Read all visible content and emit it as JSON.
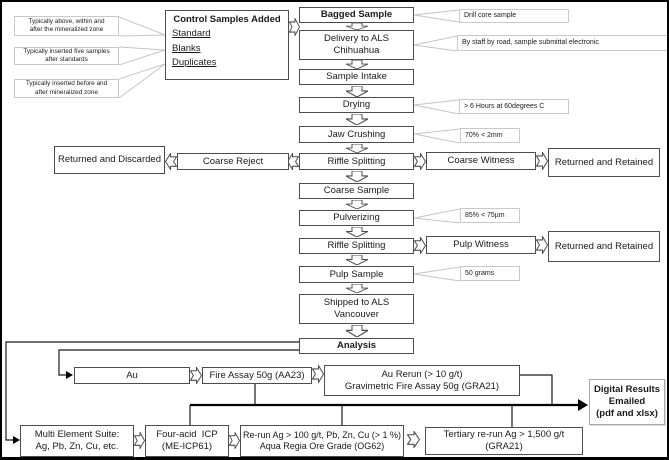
{
  "colors": {
    "box_border": "#4d4d4d",
    "callout_border": "#c9c9c9",
    "text": "#1a1a1a",
    "arrow_fill": "#ffffff",
    "results_arrow": "#000000"
  },
  "left_callouts": [
    {
      "text": "Typically above, within and\nafter the mineralized zone"
    },
    {
      "text": "Typically inserted five samples\nafter standards"
    },
    {
      "text": "Typically inserted before and\nafter mineralized zone"
    }
  ],
  "control_box": {
    "title": "Control Samples Added",
    "items": [
      "Standard",
      "Blanks",
      "Duplicates"
    ]
  },
  "main_flow": {
    "steps": [
      {
        "label": "Bagged Sample"
      },
      {
        "label": "Delivery to ALS\nChihuahua"
      },
      {
        "label": "Sample Intake"
      },
      {
        "label": "Drying"
      },
      {
        "label": "Jaw Crushing"
      },
      {
        "label": "Riffle Splitting"
      },
      {
        "label": "Coarse Sample"
      },
      {
        "label": "Pulverizing"
      },
      {
        "label": "Riffle Splitting"
      },
      {
        "label": "Pulp Sample"
      },
      {
        "label": "Shipped to ALS\nVancouver"
      },
      {
        "label": "Analysis"
      }
    ]
  },
  "right_callouts": [
    {
      "text": "Drill core sample"
    },
    {
      "text": "By staff by road, sample submittal electronic"
    },
    {
      "text": "> 6 Hours at 60degrees C"
    },
    {
      "text": "70% < 2mm"
    },
    {
      "text": "85% < 75µm"
    },
    {
      "text": "50 grams"
    }
  ],
  "coarse_branch": {
    "returned_discarded": "Returned and Discarded",
    "coarse_reject": "Coarse Reject",
    "coarse_witness": "Coarse Witness",
    "returned_retained": "Returned and Retained"
  },
  "pulp_branch": {
    "pulp_witness": "Pulp Witness",
    "returned_retained": "Returned and Retained"
  },
  "analysis_row": {
    "au": "Au",
    "fire_assay": "Fire Assay 50g (AA23)",
    "au_rerun": "Au Rerun (> 10 g/t)\nGravimetric Fire Assay 50g (GRA21)"
  },
  "bottom_row": {
    "multi_element": "Multi Element Suite:\nAg, Pb, Zn, Cu, etc.",
    "four_acid": "Four-acid  ICP\n(ME-ICP61)",
    "rerun_ag": "Re-run Ag > 100 g/t, Pb, Zn, Cu (> 1 %)\nAqua Regia Ore Grade (OG62)",
    "tertiary": "Tertiary re-run Ag > 1,500 g/t\n(GRA21)"
  },
  "results_box": {
    "label": "Digital Results\nEmailed\n(pdf and xlsx)"
  }
}
